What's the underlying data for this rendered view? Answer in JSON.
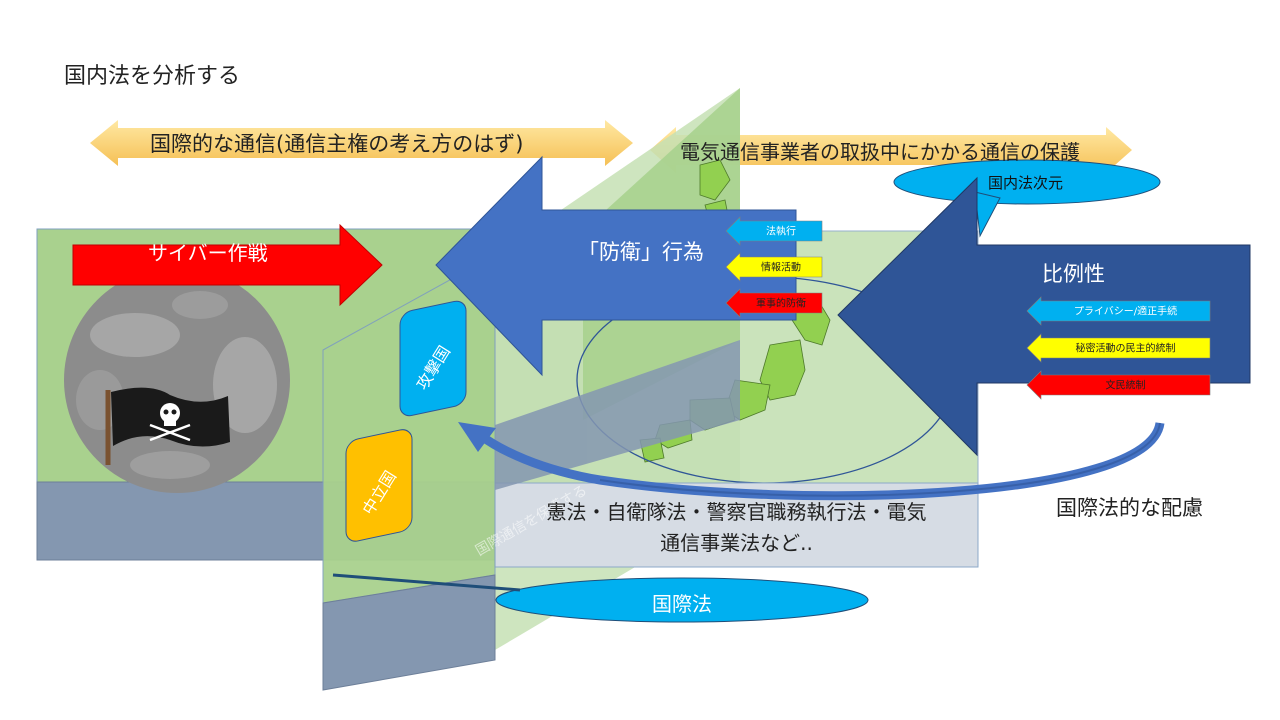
{
  "slide": {
    "title": "国内法を分析する"
  },
  "arrows_top": {
    "international_comm": "国際的な通信(通信主権の考え方のはず)",
    "telecom_protection": "電気通信事業者の取扱中にかかる通信の保護"
  },
  "callouts": {
    "domestic_dimension": "国内法次元",
    "international_law": "国際法"
  },
  "left_panel": {
    "cyber_operation": "サイバー作戦"
  },
  "middle_panel": {
    "attacking_state": "攻撃国",
    "neutral_state": "中立国",
    "watermark": "国際通信を保護する"
  },
  "defense_arrow": {
    "label": "「防衛」行為",
    "items": [
      {
        "label": "法執行",
        "color": "#00b0f0"
      },
      {
        "label": "情報活動",
        "color": "#ffff00"
      },
      {
        "label": "軍事的防衛",
        "color": "#ff0000"
      }
    ]
  },
  "proportionality_arrow": {
    "label": "比例性",
    "items": [
      {
        "label": "プライバシー/適正手続",
        "color": "#00b0f0"
      },
      {
        "label": "秘密活動の民主的統制",
        "color": "#ffff00"
      },
      {
        "label": "文民統制",
        "color": "#ff0000"
      }
    ]
  },
  "domestic_laws": {
    "line1": "憲法・自衛隊法・警察官職務執行法・電気",
    "line2": "通信事業法など.."
  },
  "intl_consideration": "国際法的な配慮",
  "colors": {
    "panel_green": "#a9d18e",
    "panel_green_light": "#c5e0b4",
    "steel_blue": "#8497b0",
    "defense_blue": "#4472c4",
    "proportion_blue": "#2f5597",
    "callout_cyan": "#00b0f0",
    "top_arrow": "#ffd966"
  }
}
